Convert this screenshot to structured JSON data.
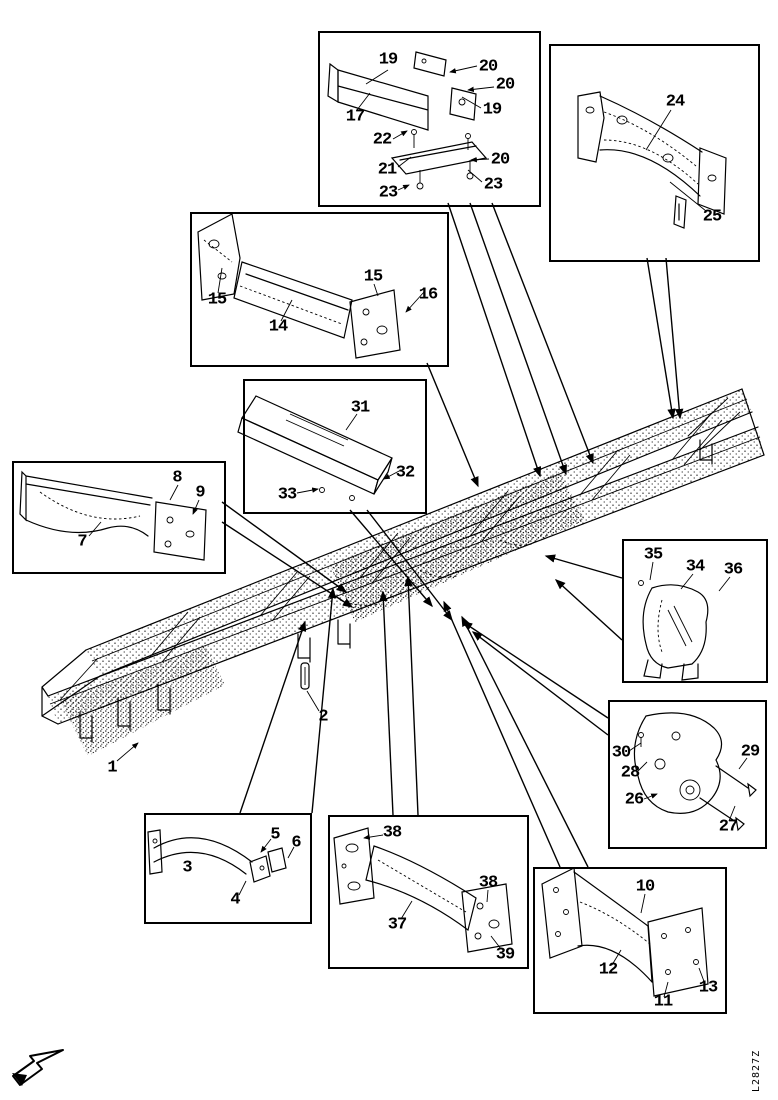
{
  "figure": {
    "drawing_code": "L2827Z",
    "frame_labels": [
      "1",
      "2"
    ]
  },
  "boxes": [
    {
      "id": "upper-crossmember-detail",
      "labels": [
        "19",
        "20",
        "20",
        "19",
        "17",
        "22",
        "21",
        "20",
        "23",
        "23"
      ]
    },
    {
      "id": "rear-crossmember-detail",
      "labels": [
        "24",
        "25"
      ]
    },
    {
      "id": "crossmember-assembly-detail",
      "labels": [
        "15",
        "14",
        "15",
        "16"
      ]
    },
    {
      "id": "box-crossmember-detail",
      "labels": [
        "31",
        "32",
        "33"
      ]
    },
    {
      "id": "front-crossmember-detail",
      "labels": [
        "8",
        "9",
        "7"
      ]
    },
    {
      "id": "support-bracket-detail",
      "labels": [
        "35",
        "34",
        "36"
      ]
    },
    {
      "id": "mounting-bracket-detail",
      "labels": [
        "30",
        "28",
        "26",
        "29",
        "27"
      ]
    },
    {
      "id": "arch-bracket-detail",
      "labels": [
        "3",
        "4",
        "5",
        "6"
      ]
    },
    {
      "id": "gusset-crossmember-detail",
      "labels": [
        "38",
        "37",
        "38",
        "39"
      ]
    },
    {
      "id": "end-crossmember-detail",
      "labels": [
        "10",
        "12",
        "11",
        "13"
      ]
    }
  ]
}
